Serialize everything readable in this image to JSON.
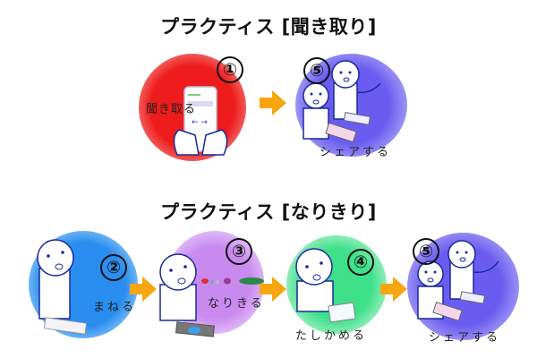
{
  "sections": [
    {
      "title": "プラクティス [聞き取り]",
      "steps": [
        {
          "number": "①",
          "label": "聞き取る",
          "color": "#ee2222"
        },
        {
          "number": "⑤",
          "label": "シェアする",
          "color": "#6a5cf0"
        }
      ]
    },
    {
      "title": "プラクティス [なりきり]",
      "steps": [
        {
          "number": "②",
          "label": "まねる",
          "color": "#2a8ef0"
        },
        {
          "number": "③",
          "label": "なりきる",
          "color": "#c98af0"
        },
        {
          "number": "④",
          "label": "たしかめる",
          "color": "#3ee08a"
        },
        {
          "number": "⑤",
          "label": "シェアする",
          "color": "#6a5cf0"
        }
      ]
    }
  ],
  "colors": {
    "arrow": "#f7a612",
    "outline": "#1a2a9a"
  }
}
